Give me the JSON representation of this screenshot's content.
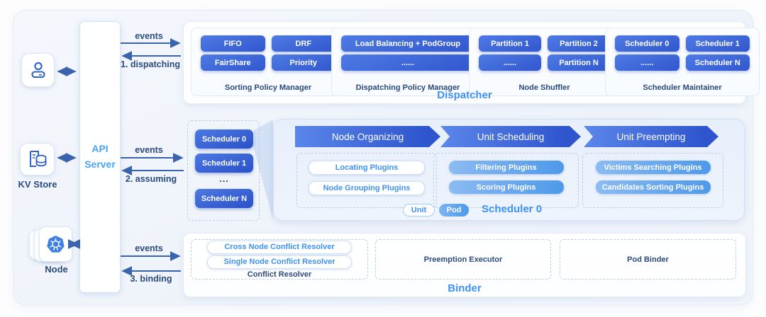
{
  "left_panel": {
    "kv_store_label": "KV Store",
    "node_label": "Node"
  },
  "api_server": {
    "line1": "API",
    "line2": "Server"
  },
  "flows": {
    "top_out": "events",
    "top_back": "1. dispatching",
    "mid_out": "events",
    "mid_back": "2. assuming",
    "bot_out": "events",
    "bot_back": "3. binding"
  },
  "dispatcher": {
    "title": "Dispatcher",
    "sections": [
      {
        "label": "Sorting Policy Manager",
        "buttons": [
          "FIFO",
          "DRF",
          "FairShare",
          "Priority"
        ]
      },
      {
        "label": "Dispatching Policy Manager",
        "buttons": [
          "Load Balancing + PodGroup",
          "......"
        ]
      },
      {
        "label": "Node Shuffler",
        "buttons": [
          "Partition 1",
          "Partition 2",
          "......",
          "Partition N"
        ]
      },
      {
        "label": "Scheduler Maintainer",
        "buttons": [
          "Scheduler 0",
          "Scheduler 1",
          "......",
          "Scheduler N"
        ]
      }
    ]
  },
  "scheduler_list": {
    "item0": "Scheduler 0",
    "item1": "Scheduler 1",
    "ellipsis": "...",
    "itemN": "Scheduler N"
  },
  "scheduler_detail": {
    "title": "Scheduler 0",
    "stages": [
      {
        "banner": "Node Organizing",
        "plugins": [
          "Locating Plugins",
          "Node Grouping Plugins"
        ]
      },
      {
        "banner": "Unit Scheduling",
        "plugins": [
          "Filtering Plugins",
          "Scoring Plugins"
        ]
      },
      {
        "banner": "Unit Preempting",
        "plugins": [
          "Victims Searching Plugins",
          "Candidates Sorting Plugins"
        ]
      }
    ],
    "legend_unit": "Unit",
    "legend_pod": "Pod"
  },
  "binder": {
    "title": "Binder",
    "conflict_resolver_label": "Conflict Resolver",
    "conflict_buttons": [
      "Cross Node Conflict Resolver",
      "Single Node Conflict Resolver"
    ],
    "preemption_executor": "Preemption Executor",
    "pod_binder": "Pod Binder"
  },
  "colors": {
    "accent_blue": "#3f92f0",
    "navy": "#2b4a7e",
    "node_blue": "#3156ce",
    "arrow": "#3b63ad"
  }
}
